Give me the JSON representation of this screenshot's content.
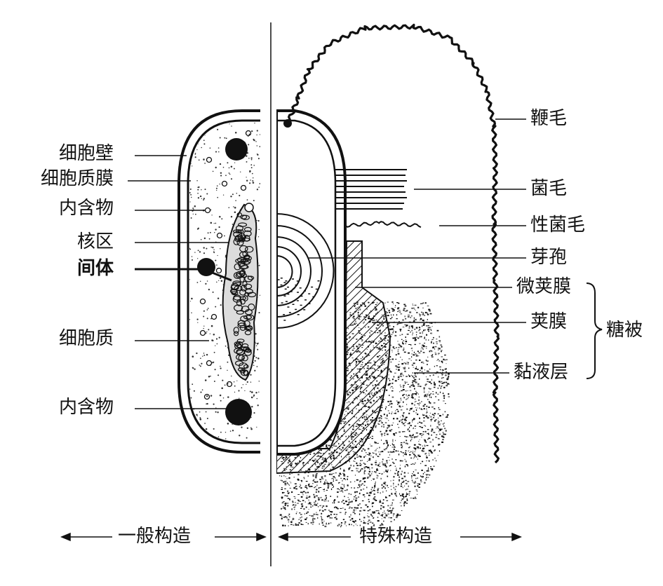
{
  "general": {
    "cell_wall": "细胞壁",
    "cell_membrane": "细胞质膜",
    "inclusion_top": "内含物",
    "nucleoid": "核区",
    "mesosome": "间体",
    "cytoplasm": "细胞质",
    "inclusion_bottom": "内含物",
    "section_title": "一般构造"
  },
  "special": {
    "flagellum": "鞭毛",
    "pili": "菌毛",
    "sex_pilus": "性菌毛",
    "spore": "芽孢",
    "microcapsule": "微荚膜",
    "capsule": "荚膜",
    "slime_layer": "黏液层",
    "glycocalyx": "糖被",
    "section_title": "特殊构造"
  },
  "colors": {
    "ink": "#111111",
    "background": "#ffffff"
  }
}
